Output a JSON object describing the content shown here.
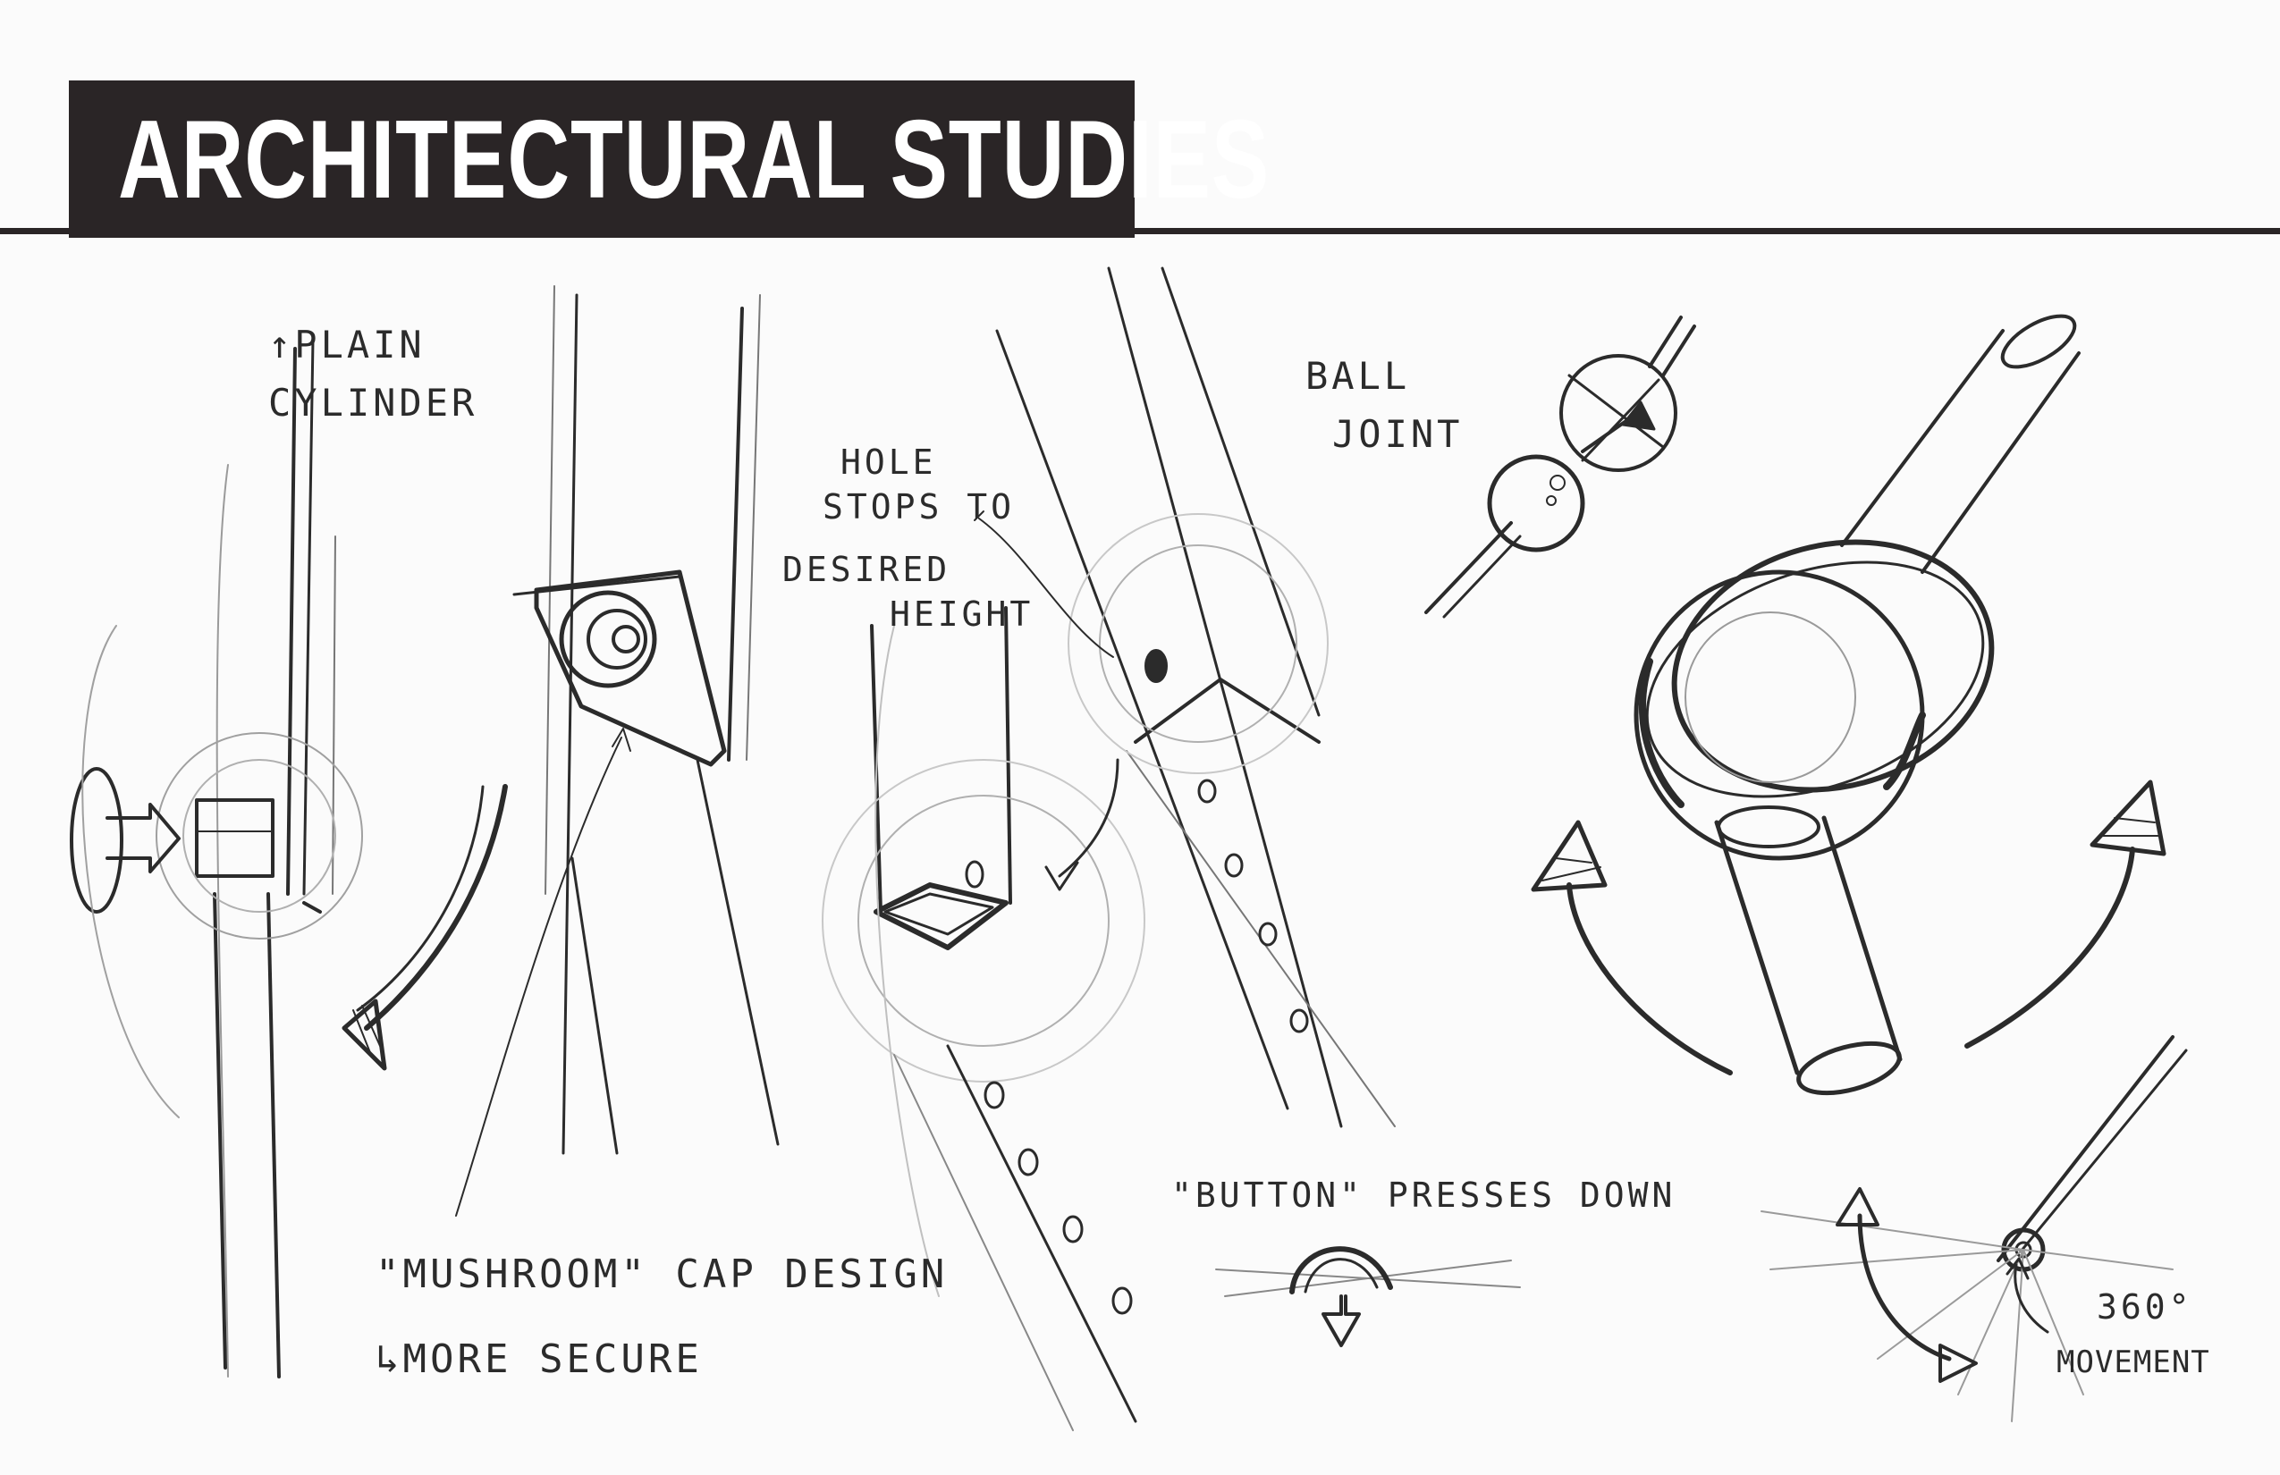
{
  "header": {
    "title": "ARCHITECTURAL STUDIES"
  },
  "annotations": {
    "plain_cylinder_1": "↑PLAIN",
    "plain_cylinder_2": "CYLINDER",
    "ball_joint_1": "BALL",
    "ball_joint_2": "JOINT",
    "hole_1": "HOLE",
    "hole_2": "STOPS TO",
    "hole_3": "DESIRED",
    "hole_4": "HEIGHT",
    "mushroom_1": "\"MUSHROOM\" CAP DESIGN",
    "mushroom_2": "↳MORE SECURE",
    "button": "\"BUTTON\" PRESSES DOWN",
    "movement_1": "360°",
    "movement_2": "MOVEMENT"
  },
  "colors": {
    "ink": "#2b2b2b",
    "title_bar": "#2a2526",
    "title_text": "#ffffff",
    "paper": "#fbfbfb"
  }
}
